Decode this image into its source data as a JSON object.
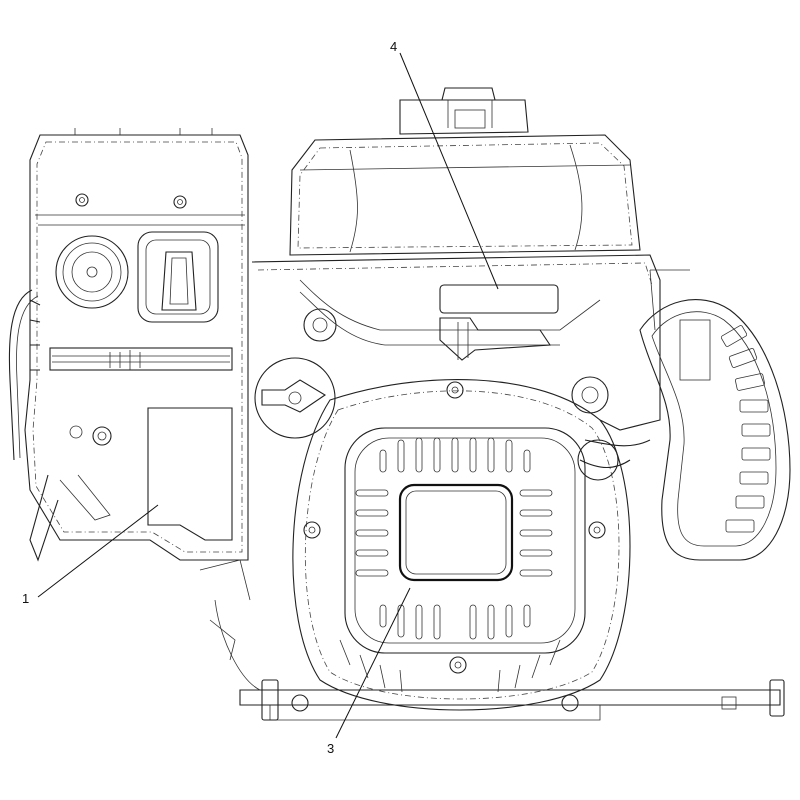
{
  "callouts": [
    {
      "id": "1",
      "label": "1"
    },
    {
      "id": "3",
      "label": "3"
    },
    {
      "id": "4",
      "label": "4"
    }
  ]
}
